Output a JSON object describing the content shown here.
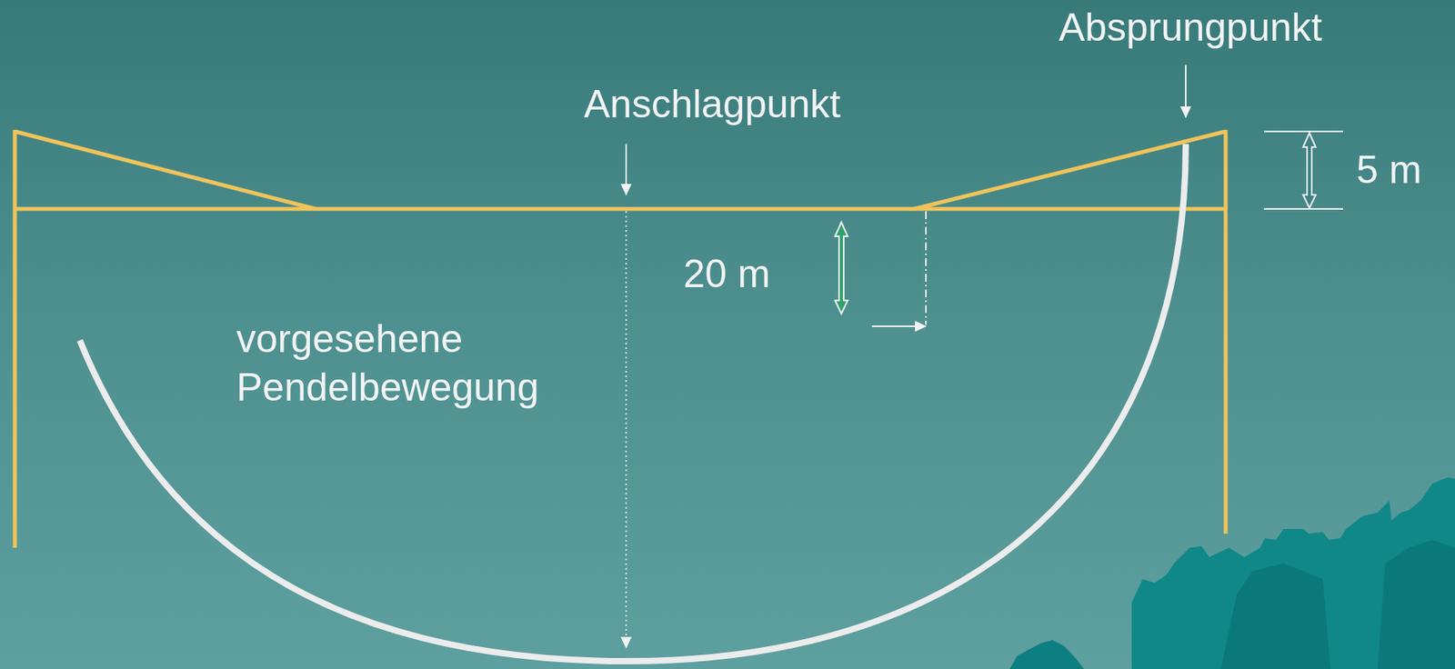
{
  "diagram": {
    "labels": [
      "Absprungpunkt",
      "Anschlagpunkt",
      "5 m",
      "20 m",
      "vorgesehene Pendelbewegung"
    ]
  }
}
